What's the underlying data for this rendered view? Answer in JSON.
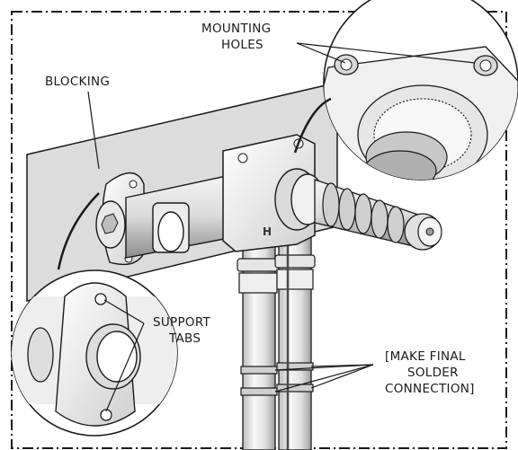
{
  "labels": {
    "mounting_holes_line1": "MOUNTING",
    "mounting_holes_line2": "HOLES",
    "blocking": "BLOCKING",
    "support_tabs_line1": "SUPPORT",
    "support_tabs_line2": "TABS",
    "solder_line1": "[MAKE FINAL",
    "solder_line2": "SOLDER",
    "solder_line3": "CONNECTION]"
  },
  "valve_mark": "H",
  "colors": {
    "blocking_fill": "#dcdcdc",
    "border_dash": "#1a1a1a",
    "metal_light": "#f4f4f4",
    "metal_mid": "#d6d6d6",
    "metal_dark": "#9a9a9a"
  }
}
